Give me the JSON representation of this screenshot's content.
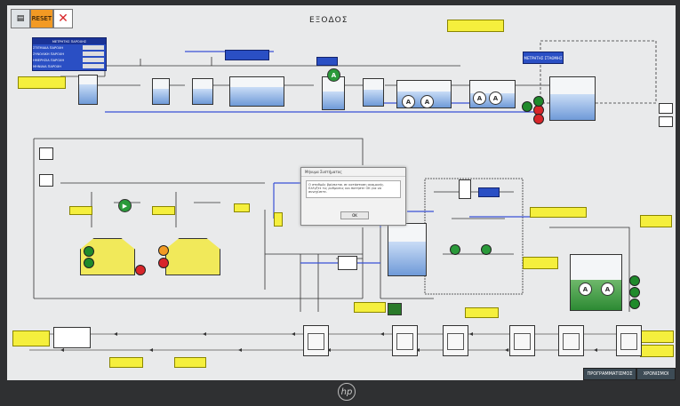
{
  "screen": {
    "title": "ΕΞΟΔΟΣ",
    "top_buttons": {
      "reset_label": "RESET",
      "close_symbol": "✕"
    },
    "bottom_tabs": [
      "ΠΡΟΓΡΑΜΜΑΤΙΣΜΟΣ",
      "ΧΡΟΝΙΣΜΟΙ"
    ],
    "monitor_brand": "hp"
  },
  "dialog": {
    "title": "Μήνυμα Συστήματος",
    "message": "Ο σταθμός βρίσκεται σε κατάσταση αναμονής. Ελέγξτε τις ρυθμίσεις και πατήστε ΟΚ για να συνεχίσετε.",
    "ok_label": "ΟΚ"
  },
  "status_panel": {
    "title": "ΜΕΤΡΗΤΗΣ ΠΑΡΟΧΗΣ",
    "rows": [
      "ΣΤΙΓΜΙΑΙΑ ΠΑΡΟΧΗ",
      "ΣΥΝΟΛΙΚΗ ΠΑΡΟΧΗ",
      "ΗΜΕΡΗΣΙΑ ΠΑΡΟΧΗ",
      "ΜΗΝΙΑΙΑ ΠΑΡΟΧΗ"
    ]
  },
  "right_panel": {
    "title": "ΜΕΤΡΗΤΗΣ ΣΤΑΘΜΗΣ"
  },
  "colors": {
    "water": "#6f9ad8",
    "alarm_red": "#d8262a",
    "ok_green": "#1f8a2b",
    "label_yellow": "#f5ef3d",
    "hmi_blue": "#2a4fc4"
  },
  "icons": [
    "pump-icon",
    "valve-icon",
    "motor-icon",
    "sensor-icon"
  ]
}
